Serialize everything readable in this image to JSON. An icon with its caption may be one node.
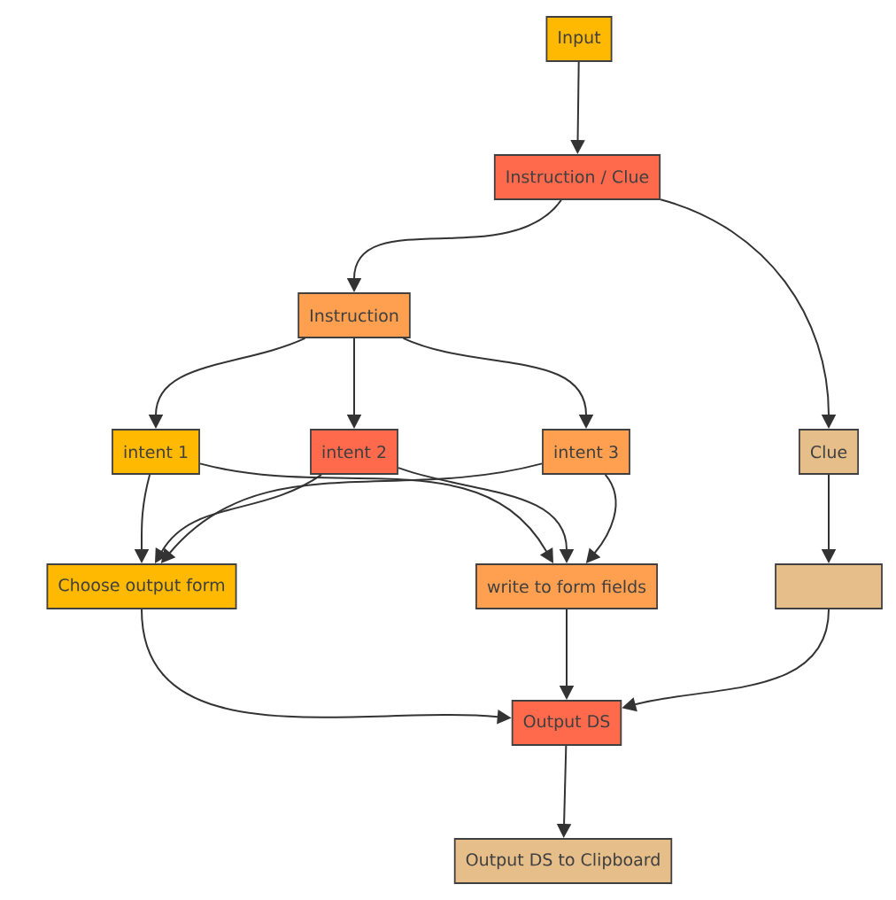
{
  "diagram": {
    "nodes": [
      {
        "text": [
          "Input"
        ]
      },
      {
        "text": [
          "Instruction / Clue"
        ]
      },
      {
        "text": [
          "Instruction"
        ]
      },
      {
        "text": [
          "intent 1"
        ]
      },
      {
        "text": [
          "intent 2"
        ]
      },
      {
        "text": [
          "intent 3"
        ]
      },
      {
        "text": [
          "Clue"
        ]
      },
      {
        "text": [
          "Choose output form"
        ]
      },
      {
        "text": [
          "write to form fields"
        ]
      },
      {
        "text": [],
        "shape": "box"
      },
      {
        "text": [
          "Output DS"
        ]
      },
      {
        "text": [
          "Output DS to Clipboard"
        ]
      }
    ],
    "edges": [
      {
        "from": 0,
        "to": 1,
        "arrow": "to"
      },
      {
        "from": 1,
        "to": 2,
        "arrow": "to"
      },
      {
        "from": 1,
        "to": 6,
        "arrow": "to"
      },
      {
        "from": 2,
        "to": 3,
        "arrow": "to"
      },
      {
        "from": 2,
        "to": 4,
        "arrow": "to"
      },
      {
        "from": 2,
        "to": 5,
        "arrow": "to"
      },
      {
        "from": 3,
        "to": 7,
        "arrow": "to"
      },
      {
        "from": 3,
        "to": 8,
        "arrow": "to"
      },
      {
        "from": 4,
        "to": 7,
        "arrow": "to"
      },
      {
        "from": 4,
        "to": 8,
        "arrow": "to"
      },
      {
        "from": 5,
        "to": 7,
        "arrow": "to"
      },
      {
        "from": 5,
        "to": 8,
        "arrow": "to"
      },
      {
        "from": 6,
        "to": 9,
        "arrow": "to"
      },
      {
        "from": 7,
        "to": 10,
        "arrow": "to"
      },
      {
        "from": 8,
        "to": 10,
        "arrow": "to"
      },
      {
        "from": 9,
        "to": 10,
        "arrow": "to"
      },
      {
        "from": 10,
        "to": 11,
        "arrow": "to"
      }
    ]
  }
}
